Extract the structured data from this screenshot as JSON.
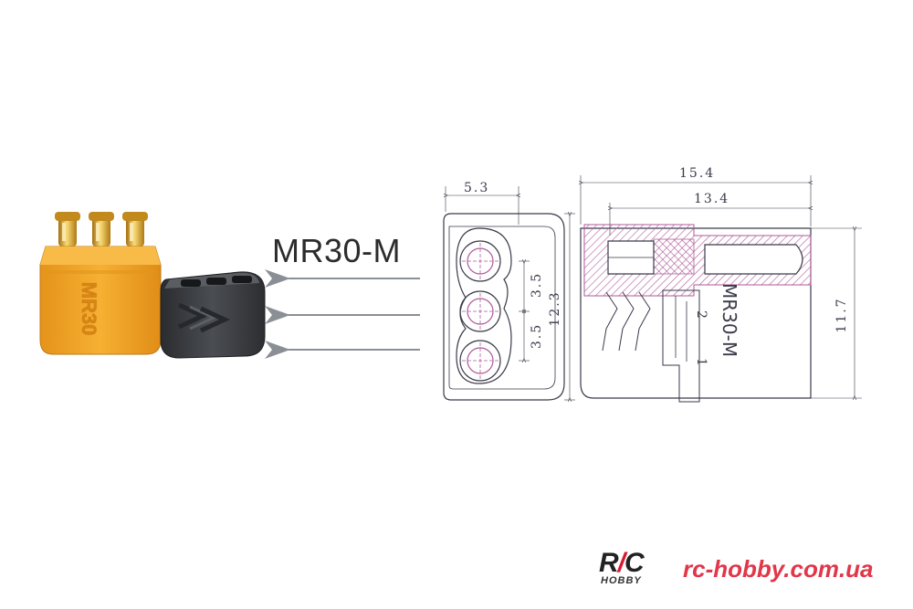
{
  "product_label": "MR30-M",
  "photo": {
    "connector_marking": "MR30",
    "colors": {
      "connector_body": "#f2a521",
      "pins": "#d9a52a",
      "cover": "#3a3d40"
    }
  },
  "drawing": {
    "line_color": "#3a3a4a",
    "hatch_color": "#b05a9a",
    "front_view": {
      "width_dim": "5.3",
      "height_dim": "12.3",
      "pitch_top": "3.5",
      "pitch_bottom": "3.5"
    },
    "side_view": {
      "overall_length": "15.4",
      "body_length": "13.4",
      "height": "11.7",
      "marking": "MR30-M",
      "pin_labels": [
        "2",
        "1"
      ]
    }
  },
  "watermark": {
    "logo_text": [
      "R",
      "/",
      "C"
    ],
    "logo_sub": "HOBBY",
    "site": "rc-hobby.com.ua"
  }
}
